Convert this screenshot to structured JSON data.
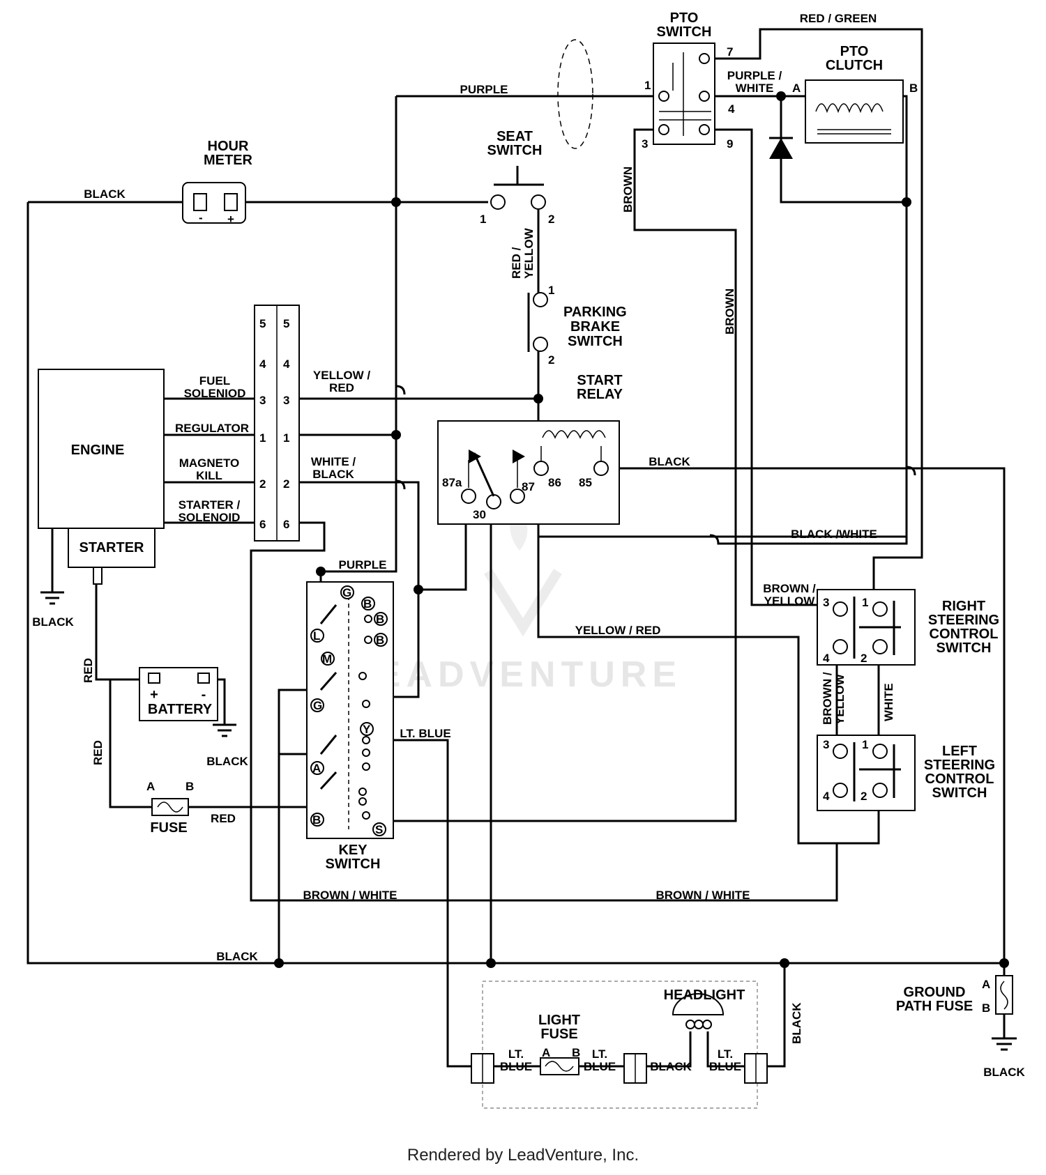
{
  "components": {
    "pto_switch": [
      "PTO",
      "SWITCH"
    ],
    "pto_clutch": [
      "PTO",
      "CLUTCH"
    ],
    "hour_meter": [
      "HOUR",
      "METER"
    ],
    "seat_switch": [
      "SEAT",
      "SWITCH"
    ],
    "parking_brake_switch": [
      "PARKING",
      "BRAKE",
      "SWITCH"
    ],
    "start_relay": [
      "START",
      "RELAY"
    ],
    "engine": "ENGINE",
    "starter": "STARTER",
    "battery": "BATTERY",
    "fuse": "FUSE",
    "key_switch": [
      "KEY",
      "SWITCH"
    ],
    "right_steering": [
      "RIGHT",
      "STEERING",
      "CONTROL",
      "SWITCH"
    ],
    "left_steering": [
      "LEFT",
      "STEERING",
      "CONTROL",
      "SWITCH"
    ],
    "headlight": "HEADLIGHT",
    "light_fuse": [
      "LIGHT",
      "FUSE"
    ],
    "ground_path_fuse": [
      "GROUND",
      "PATH FUSE"
    ]
  },
  "engine_leads": {
    "fuel_solenoid": [
      "FUEL",
      "SOLENIOD"
    ],
    "regulator": "REGULATOR",
    "magneto_kill": [
      "MAGNETO",
      "KILL"
    ],
    "starter_solenoid": [
      "STARTER /",
      "SOLENOID"
    ]
  },
  "wire_labels": {
    "red_green": "RED / GREEN",
    "purple": "PURPLE",
    "purple_white": [
      "PURPLE /",
      "WHITE"
    ],
    "black": "BLACK",
    "brown": "BROWN",
    "red_yellow": [
      "RED /",
      "YELLOW"
    ],
    "yellow_red_split": [
      "YELLOW /",
      "RED"
    ],
    "white_black": [
      "WHITE /",
      "BLACK"
    ],
    "black_white": "BLACK /WHITE",
    "brown_yellow_split": [
      "BROWN /",
      "YELLOW"
    ],
    "yellow_red": "YELLOW / RED",
    "brown_yellow_vertical": [
      "BROWN /",
      "YELLOW"
    ],
    "white": "WHITE",
    "red": "RED",
    "lt_blue": "LT. BLUE",
    "lt_blue_split": [
      "LT.",
      "BLUE"
    ],
    "brown_white": "BROWN / WHITE"
  },
  "pins": {
    "pto": [
      "1",
      "3",
      "4",
      "7",
      "9"
    ],
    "clutch": [
      "A",
      "B"
    ],
    "seat": [
      "1",
      "2"
    ],
    "brake": [
      "1",
      "2"
    ],
    "relay": [
      "87a",
      "30",
      "87",
      "86",
      "85"
    ],
    "connector": [
      "5",
      "4",
      "3",
      "1",
      "2",
      "6"
    ],
    "meter": [
      "-",
      "+"
    ],
    "battery": [
      "+",
      "-"
    ],
    "fuse": [
      "A",
      "B"
    ],
    "key": [
      "G",
      "B",
      "L",
      "M",
      "Y",
      "A",
      "S"
    ],
    "steer_right": [
      "3",
      "1",
      "4",
      "2"
    ],
    "steer_left": [
      "3",
      "1",
      "4",
      "2"
    ],
    "light_fuse": [
      "A",
      "B"
    ],
    "ground_fuse": [
      "A",
      "B"
    ]
  },
  "watermark": "LEADVENTURE",
  "footer": "Rendered by LeadVenture, Inc."
}
